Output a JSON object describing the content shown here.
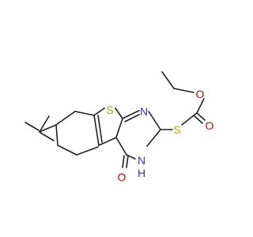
{
  "colors": {
    "background": "#ffffff",
    "bond": "#202020",
    "sulfur": "#b5a500",
    "nitrogen": "#2a35c8",
    "oxygen": "#e00000"
  },
  "atoms": {
    "s_ring": "S",
    "s_linker": "S",
    "n_pyrimidine": "N",
    "n_hn": "N",
    "h_hn": "H",
    "o_carbonyl_ring": "O",
    "o_ester": "O",
    "o_ester_carbonyl": "O"
  }
}
